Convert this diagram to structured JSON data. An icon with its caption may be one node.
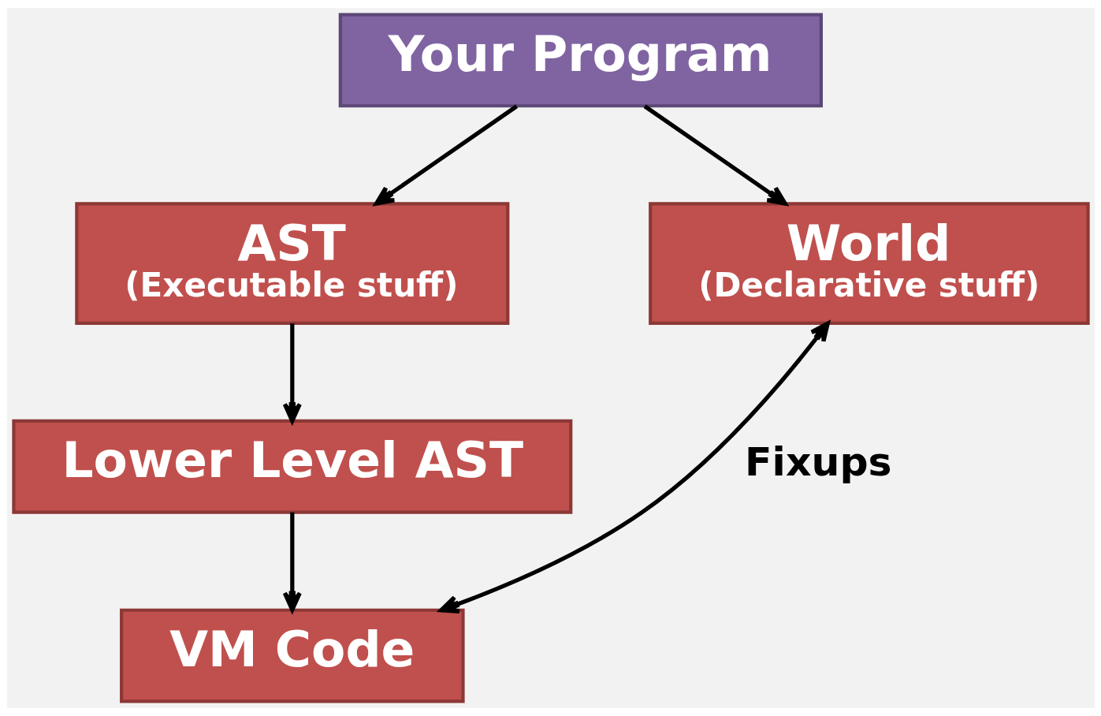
{
  "diagram": {
    "nodes": [
      {
        "text": [
          "Your Program"
        ]
      },
      {
        "text": [
          "AST",
          "(Executable stuff)"
        ]
      },
      {
        "text": [
          "World",
          "(Declarative stuff)"
        ]
      },
      {
        "text": [
          "Lower Level AST"
        ]
      },
      {
        "text": [
          "VM Code"
        ]
      }
    ],
    "edges": [
      {
        "from": 0,
        "to": 1,
        "arrow": "to"
      },
      {
        "from": 0,
        "to": 2,
        "arrow": "to"
      },
      {
        "from": 1,
        "to": 3,
        "arrow": "to"
      },
      {
        "from": 3,
        "to": 4,
        "arrow": "to"
      },
      {
        "from": 4,
        "to": 2,
        "arrow": "both",
        "label": "Fixups"
      }
    ]
  }
}
